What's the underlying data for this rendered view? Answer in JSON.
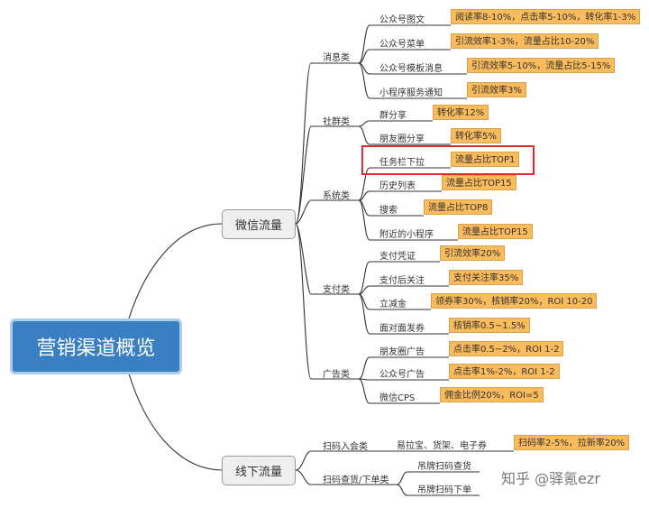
{
  "root": "营销渠道概览",
  "wechat": {
    "label": "微信流量",
    "groups": {
      "message": {
        "label": "消息类",
        "items": [
          {
            "name": "公众号图文",
            "metric": "阅读率8-10%，点击率5-10%，转化率1-3%"
          },
          {
            "name": "公众号菜单",
            "metric": "引流效率1-3%，流量占比10-20%"
          },
          {
            "name": "公众号模板消息",
            "metric": "引流效率5-10%，流量占比5-15%"
          },
          {
            "name": "小程序服务通知",
            "metric": "引流效率3%"
          }
        ]
      },
      "social": {
        "label": "社群类",
        "items": [
          {
            "name": "群分享",
            "metric": "转化率12%"
          },
          {
            "name": "朋友圈分享",
            "metric": "转化率5%"
          }
        ]
      },
      "system": {
        "label": "系统类",
        "items": [
          {
            "name": "任务栏下拉",
            "metric": "流量占比TOP1"
          },
          {
            "name": "历史列表",
            "metric": "流量占比TOP15"
          },
          {
            "name": "搜索",
            "metric": "流量占比TOP8"
          },
          {
            "name": "附近的小程序",
            "metric": "流量占比TOP15"
          }
        ]
      },
      "payment": {
        "label": "支付类",
        "items": [
          {
            "name": "支付凭证",
            "metric": "引流效率20%"
          },
          {
            "name": "支付后关注",
            "metric": "支付关注率35%"
          },
          {
            "name": "立减金",
            "metric": "领券率30%，核销率20%，ROI 10-20"
          },
          {
            "name": "面对面发券",
            "metric": "核销率0.5~1.5%"
          }
        ]
      },
      "ads": {
        "label": "广告类",
        "items": [
          {
            "name": "朋友圈广告",
            "metric": "点击率0.5~2%，ROI 1-2"
          },
          {
            "name": "公众号广告",
            "metric": "点击率1%-2%，ROI 1-2"
          },
          {
            "name": "微信CPS",
            "metric": "佣金比例20%，ROI=5"
          }
        ]
      }
    }
  },
  "offline": {
    "label": "线下流量",
    "groups": {
      "scan_join": {
        "label": "扫码入会类",
        "item": "易拉宝、货架、电子券",
        "metric": "扫码率2-5%，拉新率20%"
      },
      "scan_order": {
        "label": "扫码查货/下单类",
        "items": [
          "吊牌扫码查货",
          "吊牌扫码下单"
        ]
      }
    }
  },
  "watermark": "知乎 @驿氪ezr",
  "colors": {
    "root_fill": "#3a7fc1",
    "metric_fill": "#f9bb5c",
    "highlight_border": "#e3292e",
    "line": "#333333"
  }
}
